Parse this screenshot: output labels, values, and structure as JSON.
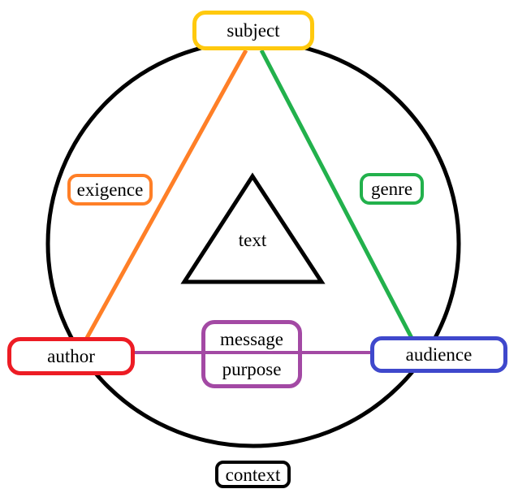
{
  "diagram": {
    "type": "rhetorical-situation-diagram",
    "nodes": {
      "subject": {
        "label": "subject",
        "border_color": "#FFC90E"
      },
      "exigence": {
        "label": "exigence",
        "border_color": "#FF7F27"
      },
      "genre": {
        "label": "genre",
        "border_color": "#22B14C"
      },
      "author": {
        "label": "author",
        "border_color": "#ED1C24"
      },
      "audience": {
        "label": "audience",
        "border_color": "#3F48CC"
      },
      "message_purpose": {
        "label_top": "message",
        "label_bottom": "purpose",
        "border_color": "#A349A4"
      },
      "text": {
        "label": "text",
        "border_color": "#000000"
      },
      "context": {
        "label": "context",
        "border_color": "#000000"
      }
    },
    "edges": {
      "subject_author": {
        "color": "#FF7F27"
      },
      "subject_audience": {
        "color": "#22B14C"
      },
      "author_audience": {
        "color": "#A349A4"
      }
    },
    "outline": {
      "circle_color": "#000000",
      "triangle_color": "#000000"
    }
  }
}
